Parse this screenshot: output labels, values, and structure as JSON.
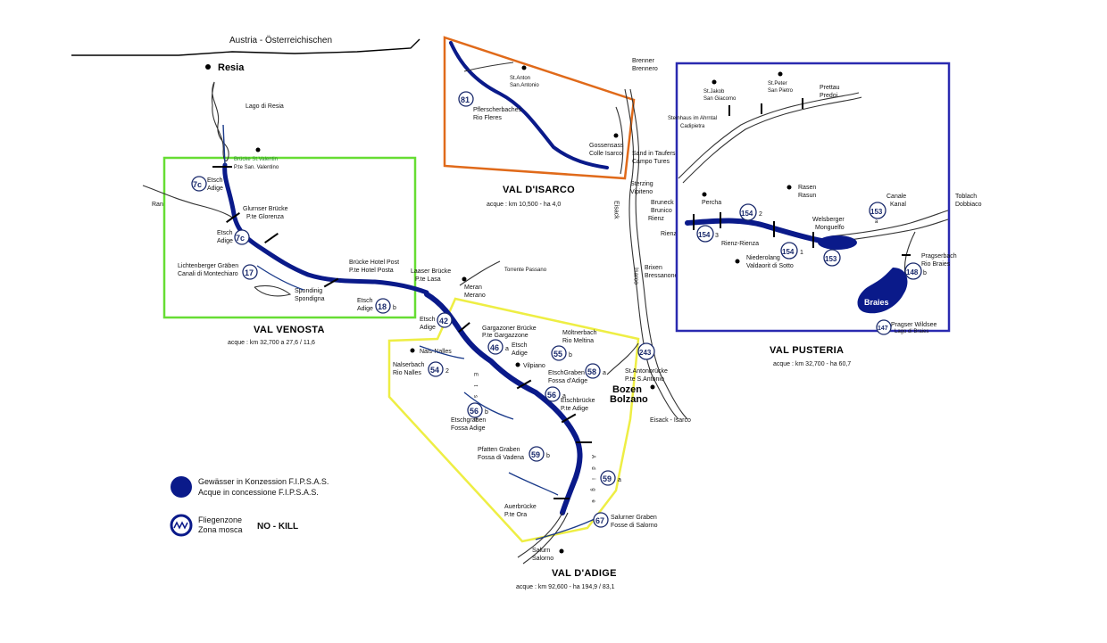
{
  "border_label": "Austria - Österreichischen",
  "towns": {
    "resia": "Resia",
    "bozen": "Bozen",
    "bolzano": "Bolzano",
    "braies": "Braies"
  },
  "places": {
    "lago_resia": "Lago di Resia",
    "brenner": "Brenner",
    "brennero": "Brennero",
    "st_anton": "St.Anton",
    "san_antonio": "San.Antonio",
    "pflersch_1": "Pflerscherbaches",
    "pflersch_2": "Rio Fleres",
    "gossensass": "Gossensass",
    "colle_isarco": "Colle Isarco",
    "sand_taufers": "Sand in Taufers",
    "campo_tures": "Campo Tures",
    "sterzing": "Sterzing",
    "vipiteno": "Vipiteno",
    "eisack": "Eisack",
    "isarco": "Isarco",
    "brixen": "Brixen",
    "bressanone": "Bressanone",
    "bruneck": "Bruneck",
    "brunico": "Brunico",
    "rienz": "Rienz",
    "rienz2": "Rienz",
    "stjakob": "St.Jakob",
    "sangiacomo": "San Giacomo",
    "stpeter": "St.Peter",
    "sanpietro": "San Pietro",
    "prettau": "Prettau",
    "predoi": "Predoi",
    "steinhaus": "Steinhaus im Ahrntal",
    "cadipietra": "Cadipietra",
    "percha": "Percha",
    "rasen": "Rasen",
    "rasun": "Rasun",
    "canale": "Canale",
    "kanal": "Kanal",
    "toblach": "Toblach",
    "dobbiaco": "Dobbiaco",
    "welsberger": "Welsberger",
    "monguelfo": "Monguelfo",
    "rienz_rienza": "Rienz-Rienza",
    "niederolang": "Niederolang",
    "valdaora": "Valdaorit di Sotto",
    "pragserbach": "Pragserbach",
    "rio_braies": "Rio Braies",
    "pragser_wildsee": "Pragser Wildsee",
    "lago_braies": "Lago di Braies",
    "brucke_valentin": "Brücke St.Valentin",
    "pte_valentino": "P.te San. Valentino",
    "etsch1": "Etsch",
    "adige1": "Adige",
    "ran": "Ran",
    "glurnser": "Glurnser Brücke",
    "pte_glorenza": "P.te Glorenza",
    "etsch2": "Etsch",
    "adige2": "Adige",
    "lichtenberger": "Lichtenberger Gräben",
    "canali_montechiaro": "Canali di Montechiaro",
    "spondinig1": "Spondinig",
    "spondinig2": "Spondigna",
    "hotel_post": "Brücke Hotel Post",
    "pte_hotel_posta": "P.te Hotel Posta",
    "etsch3": "Etsch",
    "adige3": "Adige",
    "laaser": "Laaser Brücke",
    "pte_lasa": "P.te Lasa",
    "torrente_passano": "Torrente Passano",
    "meran": "Meran",
    "merano": "Merano",
    "etsch4": "Etsch",
    "adige4": "Adige",
    "gargazoner": "Gargazoner Brücke",
    "pte_gargazzone": "P.te Gargazzone",
    "etsch5": "Etsch",
    "adige5": "Adige",
    "nals": "Nals-Nalles",
    "nalserbach": "Nalserbach",
    "rio_nalles": "Rio Nalles",
    "vilpiano": "Vilpiano",
    "moeltnerbach": "Möltnerbach",
    "rio_meltina": "Rio Meltina",
    "etschgraben_fossa": "EtschGraben",
    "fossa_adige1": "Fossa d'Adige",
    "st_anton_bz": "St.Antonbrücke",
    "pte_s_antonio": "P.te S.Antonio",
    "etschbrucke": "Etschbrücke",
    "pte_adige": "P.te Adige",
    "eisack_isarco": "Eisack - Isarco",
    "etschgraben2": "Etschgraben",
    "fossa_adige2": "Fossa Adige",
    "pfatten": "Pfatten Graben",
    "fossa_vadena": "Fossa di Vadena",
    "auer": "Auerbrücke",
    "pte_ora": "P.te Ora",
    "salurner": "Salurner Graben",
    "fosse_salorno": "Fosse di Salorno",
    "salurn": "Salurn",
    "salorno": "Salorno",
    "ra_letters": "E t s c h",
    "ra_letters2": "A d i g e"
  },
  "regions": [
    {
      "name": "VAL VENOSTA",
      "stats": "acque :  km  32,700     a  27,6 / 11,6",
      "border": "#66dd33"
    },
    {
      "name": "VAL D'ISARCO",
      "stats": "acque :  km  10,500  -  ha  4,0",
      "border": "#e06a1a"
    },
    {
      "name": "VAL PUSTERIA",
      "stats": "acque :  km  32,700  -  ha  60,7",
      "border": "#2a2ab0"
    },
    {
      "name": "VAL D'ADIGE",
      "stats": "acque :  km  92,600  -  ha  194,9 / 83,1",
      "border": "#eeee44"
    }
  ],
  "zone_markers": [
    {
      "num": "7c",
      "suffix": ""
    },
    {
      "num": "7c",
      "suffix": ""
    },
    {
      "num": "17",
      "suffix": ""
    },
    {
      "num": "18",
      "suffix": "b"
    },
    {
      "num": "81",
      "suffix": ""
    },
    {
      "num": "42",
      "suffix": ""
    },
    {
      "num": "46",
      "suffix": "a"
    },
    {
      "num": "55",
      "suffix": "b"
    },
    {
      "num": "54",
      "suffix": "2"
    },
    {
      "num": "58",
      "suffix": "a"
    },
    {
      "num": "56",
      "suffix": "a"
    },
    {
      "num": "56",
      "suffix": "b"
    },
    {
      "num": "243",
      "suffix": ""
    },
    {
      "num": "59",
      "suffix": "b"
    },
    {
      "num": "59",
      "suffix": "a"
    },
    {
      "num": "67",
      "suffix": ""
    },
    {
      "num": "154",
      "suffix": "2"
    },
    {
      "num": "154",
      "suffix": "3"
    },
    {
      "num": "154",
      "suffix": "1"
    },
    {
      "num": "153",
      "suffix": "a"
    },
    {
      "num": "153",
      "suffix": ""
    },
    {
      "num": "148",
      "suffix": "b"
    },
    {
      "num": "147",
      "suffix": ""
    }
  ],
  "legend": {
    "concession_de": "Gewässer in Konzession F.I.P.S.A.S.",
    "concession_it": "Acque in concessione F.I.P.S.A.S.",
    "fly_de": "Fliegenzone",
    "fly_it": "Zona mosca",
    "nokill": "NO - KILL",
    "concession_color": "#0a1a8a"
  }
}
